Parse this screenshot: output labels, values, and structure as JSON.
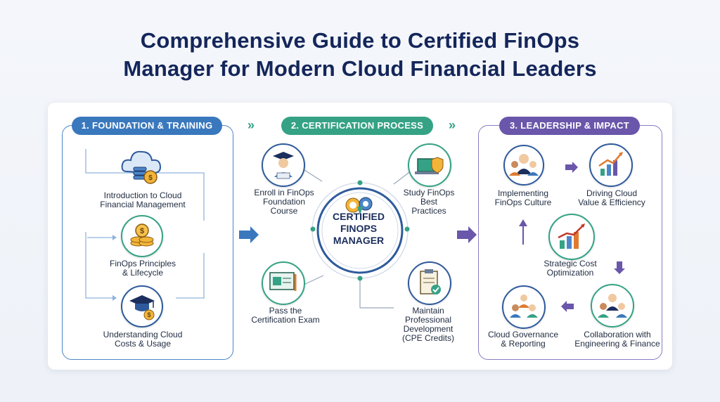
{
  "title": {
    "line1": "Comprehensive Guide to Certified FinOps",
    "line2": "Manager for Modern Cloud Financial Leaders"
  },
  "colors": {
    "navy": "#14265a",
    "blue": "#3a78bd",
    "green": "#35a285",
    "purple": "#6a56aa",
    "gold": "#e0a630"
  },
  "sections": [
    {
      "pill": "1. FOUNDATION & TRAINING",
      "items": [
        {
          "icon": "cloud-coins-icon",
          "label_l1": "Introduction to Cloud",
          "label_l2": "Financial Management"
        },
        {
          "icon": "coin-stack-icon",
          "label_l1": "FinOps Principles",
          "label_l2": "& Lifecycle"
        },
        {
          "icon": "graduation-cap-coins-icon",
          "label_l1": "Understanding Cloud",
          "label_l2": "Costs & Usage"
        }
      ]
    },
    {
      "pill": "2. CERTIFICATION PROCESS",
      "center": {
        "icon": "gear-badge-icon",
        "l1": "CERTIFIED",
        "l2": "FINOPS",
        "l3": "MANAGER"
      },
      "items": [
        {
          "icon": "student-icon",
          "l1": "Enroll in FinOps",
          "l2": "Foundation",
          "l3": "Course"
        },
        {
          "icon": "laptop-shield-icon",
          "l1": "Study FinOps",
          "l2": "Best",
          "l3": "Practices"
        },
        {
          "icon": "exam-board-icon",
          "l1": "Pass the",
          "l2": "Certification Exam"
        },
        {
          "icon": "clipboard-check-icon",
          "l1": "Maintain",
          "l2": "Professional",
          "l3": "Development",
          "l4": "(CPE Credits)"
        }
      ]
    },
    {
      "pill": "3. LEADERSHIP & IMPACT",
      "items": [
        {
          "icon": "team-leader-icon",
          "l1": "Implementing",
          "l2": "FinOps Culture"
        },
        {
          "icon": "growth-chart-icon",
          "l1": "Driving Cloud",
          "l2": "Value & Efficiency"
        },
        {
          "icon": "bar-chart-icon",
          "l1": "Strategic Cost",
          "l2": "Optimization"
        },
        {
          "icon": "team-icon",
          "l1": "Collaboration with",
          "l2": "Engineering & Finance"
        },
        {
          "icon": "governance-team-icon",
          "l1": "Cloud Governance",
          "l2": "& Reporting"
        }
      ]
    }
  ],
  "chevron": "»"
}
